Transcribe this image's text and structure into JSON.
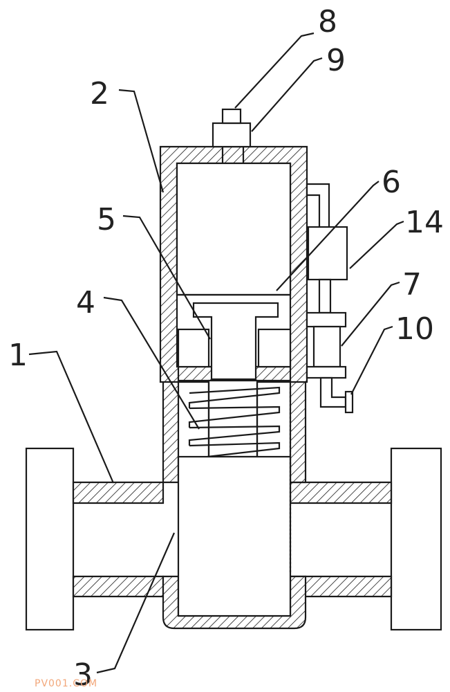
{
  "labels": {
    "l1": "1",
    "l2": "2",
    "l3": "3",
    "l4": "4",
    "l5": "5",
    "l6": "6",
    "l7": "7",
    "l8": "8",
    "l9": "9",
    "l10": "10",
    "l14": "14"
  },
  "watermark": "PV001.COM",
  "colors": {
    "line": "#1a1a1a",
    "watermark": "#f2a77a"
  }
}
